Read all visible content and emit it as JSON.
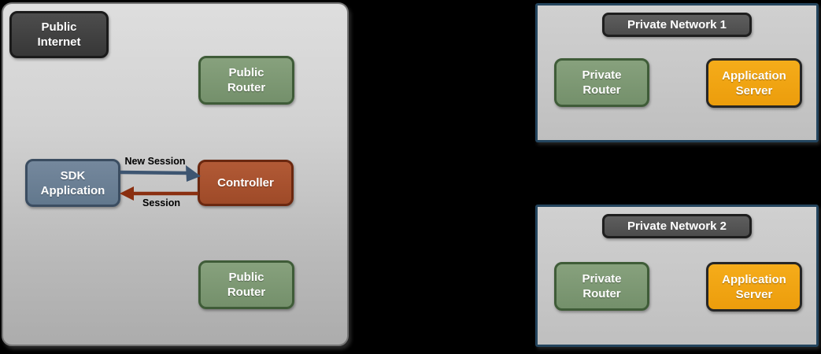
{
  "page": {
    "background": "#000000"
  },
  "zone_public_internet": {
    "internet_label": "Public\nInternet",
    "router_top_label": "Public\nRouter",
    "sdk_application_label": "SDK\nApplication",
    "controller_label": "Controller",
    "router_bottom_label": "Public\nRouter",
    "arrows": {
      "new_session_label": "New Session",
      "session_label": "Session",
      "new_session_color": "#3d5571",
      "session_color": "#8a2f10"
    }
  },
  "private_networks": [
    {
      "title": "Private Network 1",
      "router_label": "Private\nRouter",
      "server_label": "Application\nServer"
    },
    {
      "title": "Private Network 2",
      "router_label": "Private\nRouter",
      "server_label": "Application\nServer"
    }
  ],
  "colors": {
    "node_green": "#7d9872",
    "node_green_border": "#3f5c38",
    "node_slate": "#6b8095",
    "node_slate_border": "#3b4d61",
    "node_rust": "#a9512e",
    "node_rust_border": "#6b2810",
    "node_orange": "#f0a312",
    "node_orange_border": "#262626",
    "node_dark": "#3f3f3f",
    "node_dark_border": "#1b1b1b",
    "zone_fill": "#c9c9c9",
    "zone_border": "#757575",
    "network_border": "#24455e"
  }
}
